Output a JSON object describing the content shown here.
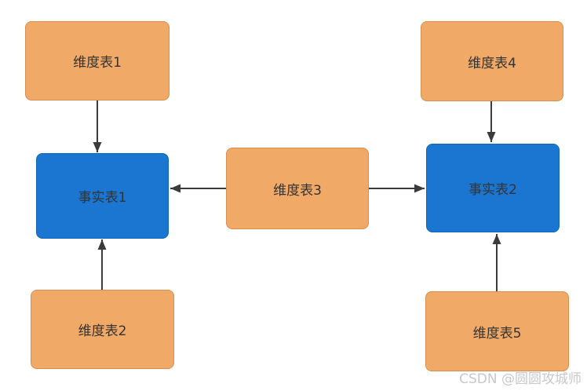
{
  "diagram": {
    "nodes": [
      {
        "id": "dim1",
        "label": "维度表1",
        "type": "dimension"
      },
      {
        "id": "dim4",
        "label": "维度表4",
        "type": "dimension"
      },
      {
        "id": "fact1",
        "label": "事实表1",
        "type": "fact"
      },
      {
        "id": "dim3",
        "label": "维度表3",
        "type": "dimension"
      },
      {
        "id": "fact2",
        "label": "事实表2",
        "type": "fact"
      },
      {
        "id": "dim2",
        "label": "维度表2",
        "type": "dimension"
      },
      {
        "id": "dim5",
        "label": "维度表5",
        "type": "dimension"
      }
    ],
    "edges": [
      {
        "from": "维度表1",
        "to": "事实表1",
        "direction": "down"
      },
      {
        "from": "维度表2",
        "to": "事实表1",
        "direction": "up"
      },
      {
        "from": "维度表3",
        "to": "事实表1",
        "direction": "left"
      },
      {
        "from": "维度表3",
        "to": "事实表2",
        "direction": "right"
      },
      {
        "from": "维度表4",
        "to": "事实表2",
        "direction": "down"
      },
      {
        "from": "维度表5",
        "to": "事实表2",
        "direction": "up"
      }
    ],
    "colors": {
      "dimension_fill": "#f0a967",
      "dimension_border": "#d98e4e",
      "fact_fill": "#1b76d2",
      "fact_border": "#1467b8",
      "arrow": "#3b3b3b",
      "text": "#333333"
    }
  },
  "watermark": {
    "text": "CSDN @圆圆攻城师",
    "color": "#c8c8c8"
  }
}
